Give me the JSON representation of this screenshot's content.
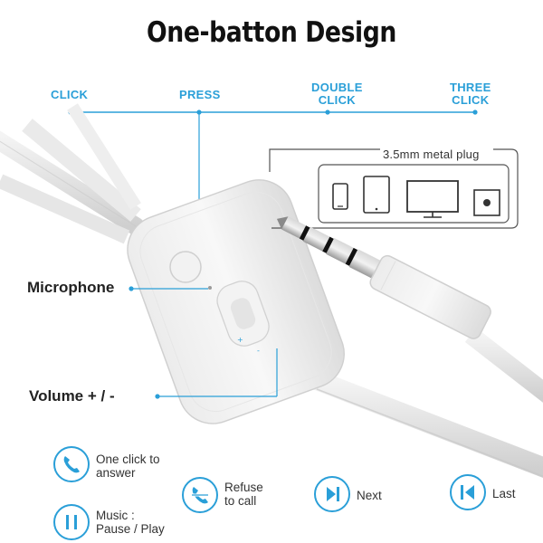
{
  "title": "One-batton Design",
  "timeline": {
    "click": "CLICK",
    "press": "PRESS",
    "double_click": [
      "DOUBLE",
      "CLICK"
    ],
    "three_click": [
      "THREE",
      "CLICK"
    ]
  },
  "plug_caption": "3.5mm metal plug",
  "labels": {
    "microphone": "Microphone",
    "volume": "Volume + / -"
  },
  "functions": {
    "answer": [
      "One click to",
      "answer"
    ],
    "refuse": [
      "Refuse",
      "to call"
    ],
    "next": "Next",
    "last": "Last",
    "music": [
      "Music :",
      "Pause / Play"
    ]
  },
  "colors": {
    "accent": "#2a9fd8",
    "cable": "#e4e4e4",
    "plug_metal": "#8a8a8a"
  }
}
